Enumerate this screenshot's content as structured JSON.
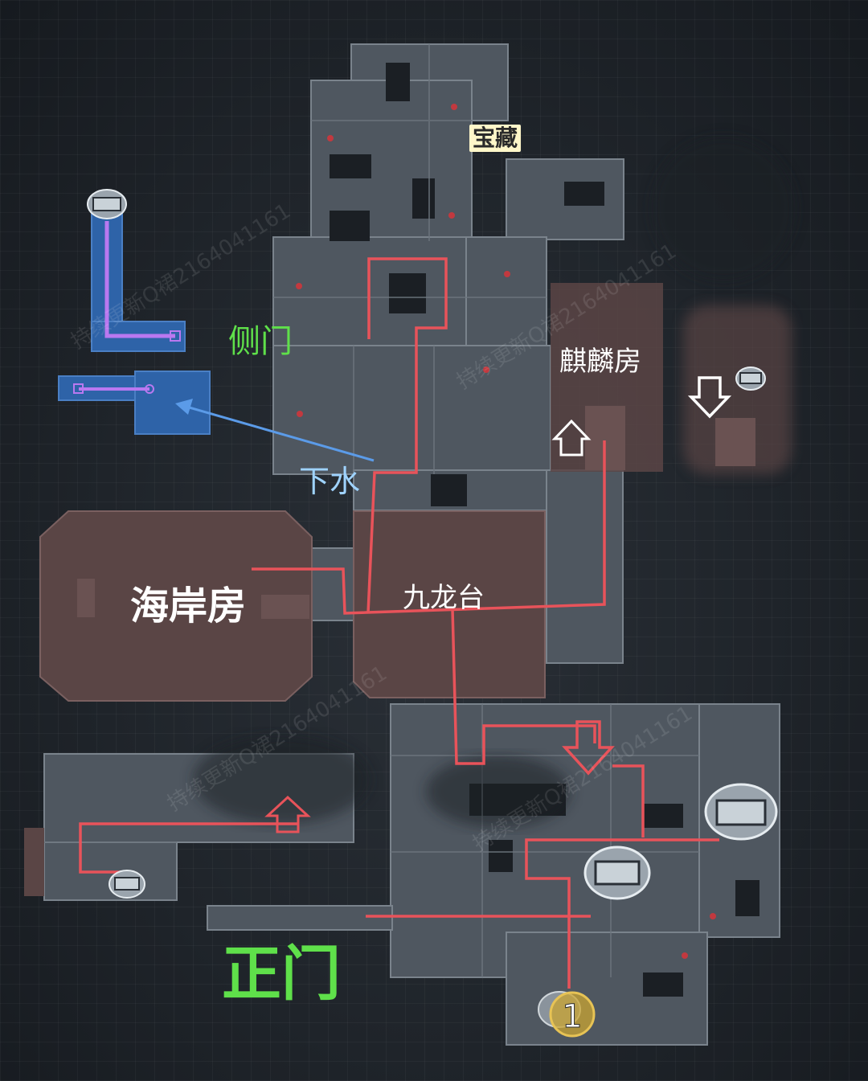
{
  "labels": {
    "treasure": "宝藏",
    "side_gate": "侧门",
    "qilin_room": "麒麟房",
    "down_water": "下水",
    "shore_room": "海岸房",
    "nine_dragon": "九龙台",
    "main_gate": "正门"
  },
  "watermark": "持续更新Q裙2164041161",
  "marker_number": "1",
  "colors": {
    "background": "#1c2126",
    "room_fill": "#4f5760",
    "special_room_fill": "#5a4545",
    "route_red": "#e8535a",
    "water_route_purple": "#b978f0",
    "water_room_blue": "#2e63a8",
    "arrow_blue": "#5b9be8",
    "label_green": "#5fe04a",
    "marker_gold": "#c9a431"
  },
  "icons": [
    "chest-icon",
    "up-arrow-icon",
    "down-arrow-icon",
    "number-marker-icon"
  ]
}
